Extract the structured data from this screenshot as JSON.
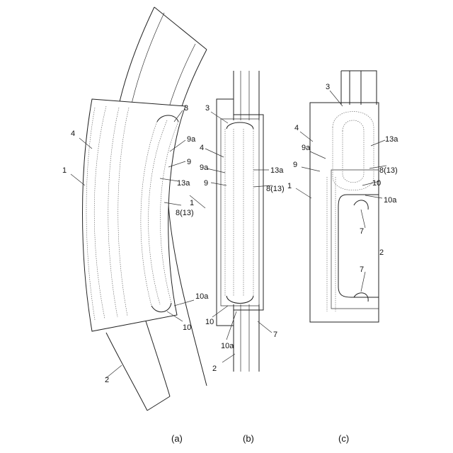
{
  "figures": [
    {
      "caption": "(a)",
      "labels": [
        "1",
        "2",
        "3",
        "4",
        "9a",
        "9",
        "13a",
        "8(13)",
        "10a",
        "10"
      ]
    },
    {
      "caption": "(b)",
      "labels": [
        "1",
        "2",
        "3",
        "4",
        "9a",
        "9",
        "13a",
        "8(13)",
        "10",
        "10a",
        "7"
      ]
    },
    {
      "caption": "(c)",
      "labels": [
        "1",
        "2",
        "3",
        "4",
        "9a",
        "9",
        "13a",
        "8(13)",
        "10",
        "10a",
        "7",
        "7"
      ]
    }
  ]
}
